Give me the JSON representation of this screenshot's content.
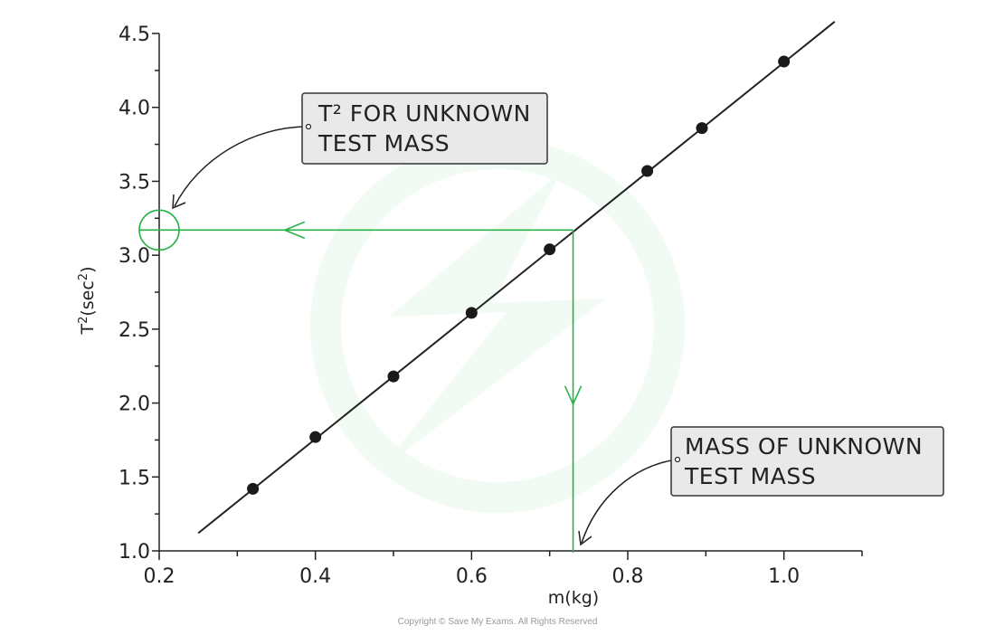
{
  "chart_data": {
    "type": "scatter",
    "title": "",
    "xlabel": "m(kg)",
    "ylabel_base": "T",
    "ylabel_sup1": "2",
    "ylabel_mid": "(sec",
    "ylabel_sup2": "2",
    "ylabel_end": ")",
    "xlim": [
      0.2,
      1.1
    ],
    "ylim": [
      1.0,
      4.5
    ],
    "x_ticks": [
      0.2,
      0.4,
      0.6,
      0.8,
      1.0
    ],
    "x_tick_labels": [
      "0.2",
      "0.4",
      "0.6",
      "0.8",
      "1.0"
    ],
    "y_ticks": [
      1.0,
      1.5,
      2.0,
      2.5,
      3.0,
      3.5,
      4.0,
      4.5
    ],
    "y_tick_labels": [
      "1.0",
      "1.5",
      "2.0",
      "2.5",
      "3.0",
      "3.5",
      "4.0",
      "4.5"
    ],
    "x_minor_step": 0.1,
    "y_minor_step": 0.25,
    "grid": false,
    "points": [
      {
        "x": 0.32,
        "y": 1.42
      },
      {
        "x": 0.4,
        "y": 1.77
      },
      {
        "x": 0.5,
        "y": 2.18
      },
      {
        "x": 0.6,
        "y": 2.61
      },
      {
        "x": 0.7,
        "y": 3.04
      },
      {
        "x": 0.825,
        "y": 3.57
      },
      {
        "x": 0.895,
        "y": 3.86
      },
      {
        "x": 1.0,
        "y": 4.31
      }
    ],
    "best_fit_line": {
      "x_start": 0.25,
      "y_start": 1.12,
      "x_end": 1.065,
      "y_end": 4.58
    },
    "unknown_point": {
      "x": 0.73,
      "y": 3.17
    },
    "annotations": [
      {
        "id": "t2",
        "lines": [
          "T² FOR UNKNOWN",
          "TEST MASS"
        ]
      },
      {
        "id": "mass",
        "lines": [
          "MASS OF UNKNOWN",
          "TEST MASS"
        ]
      }
    ]
  },
  "colors": {
    "axis": "#222222",
    "line": "#222222",
    "points": "#1a1a1a",
    "guide": "#2ab24a",
    "note_fill": "#e9e9e9",
    "note_stroke": "#333333"
  },
  "copyright": "Copyright © Save My Exams. All Rights Reserved"
}
